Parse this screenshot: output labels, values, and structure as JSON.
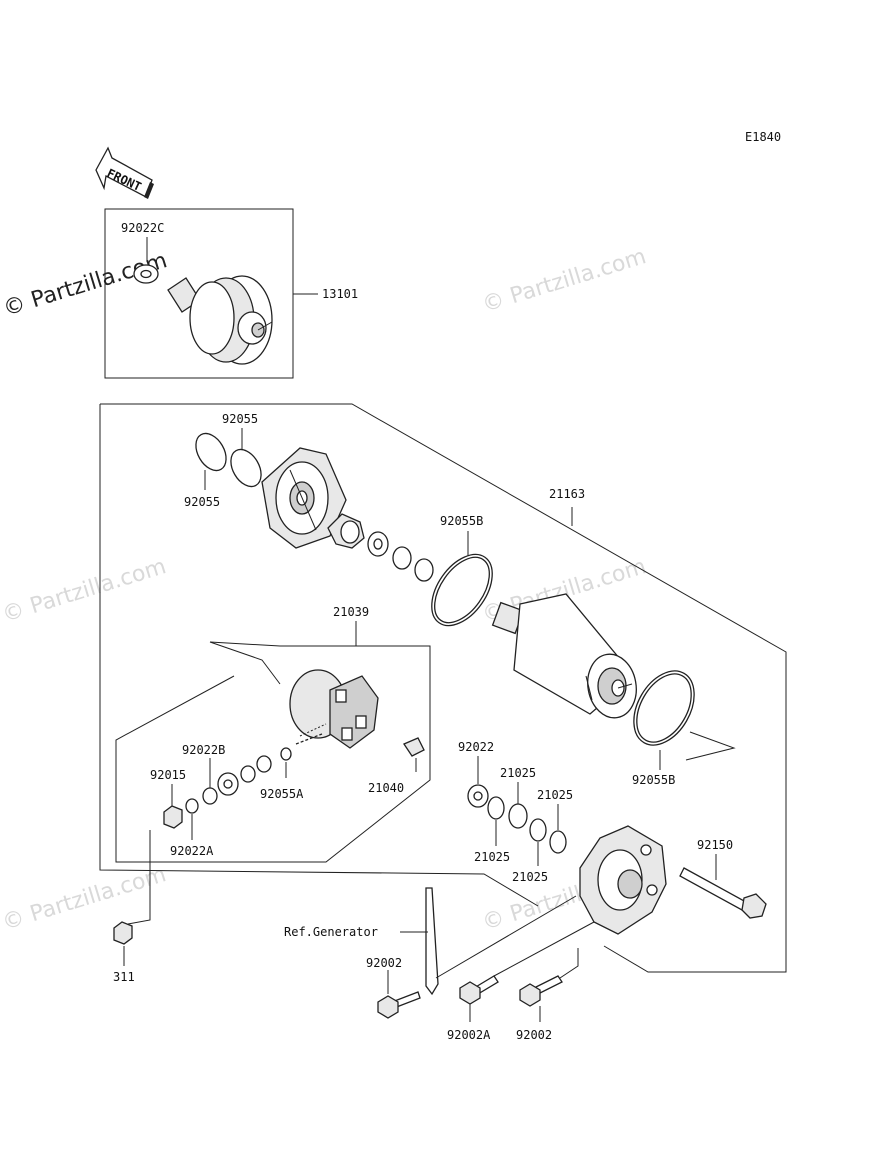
{
  "diagram_code": "E1840",
  "front_arrow": "FRONT",
  "watermark": "© Partzilla.com",
  "labels": {
    "p92022C": "92022C",
    "p13101": "13101",
    "p92055_top": "92055",
    "p92055_bot": "92055",
    "p21163": "21163",
    "p92055B_top": "92055B",
    "p92055B_bot": "92055B",
    "p21039": "21039",
    "p92022B": "92022B",
    "p92015": "92015",
    "p92055A": "92055A",
    "p21040": "21040",
    "p92022A": "92022A",
    "p311": "311",
    "p92022": "92022",
    "p21025_a": "21025",
    "p21025_b": "21025",
    "p21025_c": "21025",
    "p21025_d": "21025",
    "p92150": "92150",
    "ref_generator": "Ref.Generator",
    "p92002_left": "92002",
    "p92002A": "92002A",
    "p92002_right": "92002"
  }
}
